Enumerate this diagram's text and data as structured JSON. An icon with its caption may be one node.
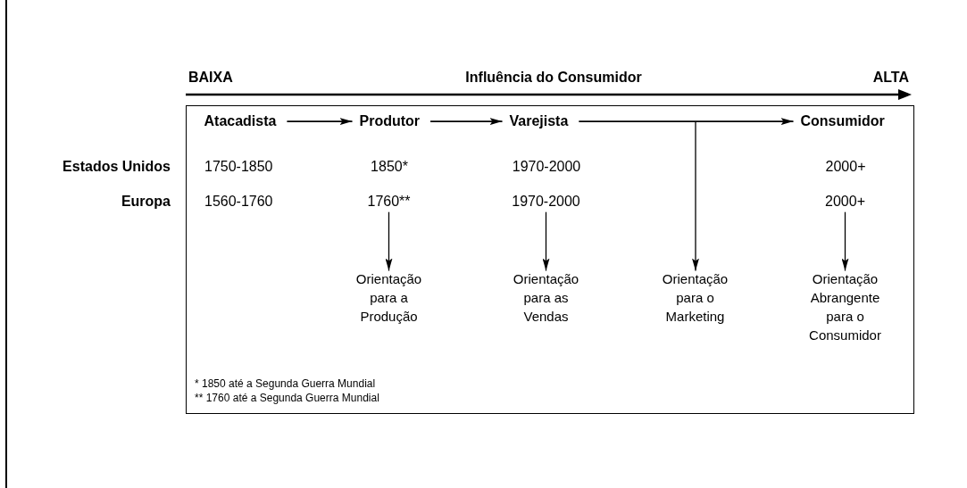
{
  "diagram": {
    "nodes": [
      {
        "text": [],
        "shape": "box"
      },
      {
        "text": [
          "Atacadista"
        ],
        "in": 0
      },
      {
        "text": [
          "Produtor"
        ],
        "in": 0
      },
      {
        "text": [
          "Varejista"
        ],
        "in": 0
      },
      {
        "text": [
          "Consumidor"
        ],
        "in": 0
      },
      {
        "text": [
          "1760**"
        ],
        "in": 0
      },
      {
        "text": [
          "1970-2000"
        ],
        "in": 0
      },
      {
        "text": [
          "2000+"
        ],
        "in": 0
      },
      {
        "text": [
          "Orientação para a Produção"
        ],
        "in": 0
      },
      {
        "text": [
          "Orientação para as Vendas"
        ],
        "in": 0
      },
      {
        "text": [
          "Orientação para o Marketing"
        ],
        "in": 0
      },
      {
        "text": [
          "Orientação Abrangente para o Consumidor"
        ],
        "in": 0
      }
    ],
    "edges": [
      {
        "from": 1,
        "to": 2,
        "arrow": "to"
      },
      {
        "from": 2,
        "to": 3,
        "arrow": "to"
      },
      {
        "from": 3,
        "to": 4,
        "arrow": "to"
      },
      {
        "from": 5,
        "to": 8,
        "arrow": "to"
      },
      {
        "from": 6,
        "to": 9,
        "arrow": "to"
      },
      {
        "from": null,
        "to": 10,
        "arrow": "to"
      },
      {
        "from": 7,
        "to": 11,
        "arrow": "to"
      }
    ],
    "labels": [
      "BAIXA",
      "Influência do Consumidor",
      "ALTA",
      "Estados Unidos",
      "1750-1850",
      "1850*",
      "1970-2000",
      "2000+",
      "Europa",
      "1560-1760",
      "* 1850 até a Segunda Guerra Mundial",
      "** 1760 até a Segunda Guerra Mundial"
    ]
  }
}
